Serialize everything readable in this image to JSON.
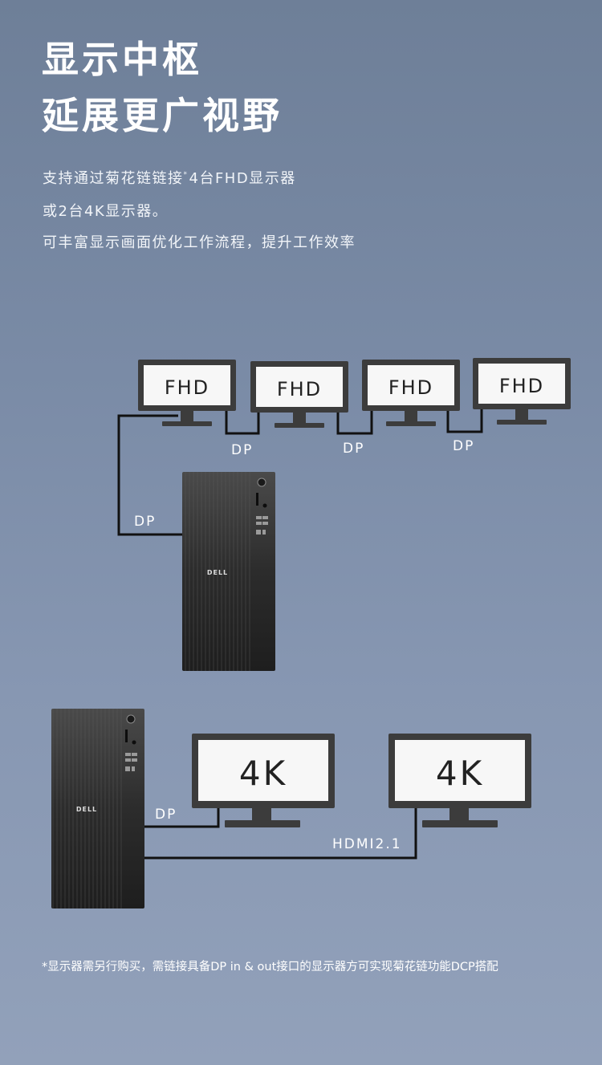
{
  "heading": {
    "line1": "显示中枢",
    "line2": "延展更广视野"
  },
  "description": {
    "line1_a": "支持通过菊花链链接",
    "line1_mark": "*",
    "line1_b": "4台FHD显示器",
    "line2": "或2台4K显示器。",
    "line3": "可丰富显示画面优化工作流程，提升工作效率"
  },
  "diagram_top": {
    "monitors": [
      "FHD",
      "FHD",
      "FHD",
      "FHD"
    ],
    "daisy_labels": [
      "DP",
      "DP",
      "DP"
    ],
    "tower_link_label": "DP",
    "tower_logo": "DELL"
  },
  "diagram_bottom": {
    "monitors": [
      "4K",
      "4K"
    ],
    "link1_label": "DP",
    "link2_label": "HDMI2.1",
    "tower_logo": "DELL"
  },
  "footnote": "*显示器需另行购买，需链接具备DP in & out接口的显示器方可实现菊花链功能DCP搭配",
  "colors": {
    "monitor_frame": "#3c3c3c",
    "screen": "#f7f7f7",
    "cable": "#111111",
    "tower": "#2a2a2a"
  }
}
